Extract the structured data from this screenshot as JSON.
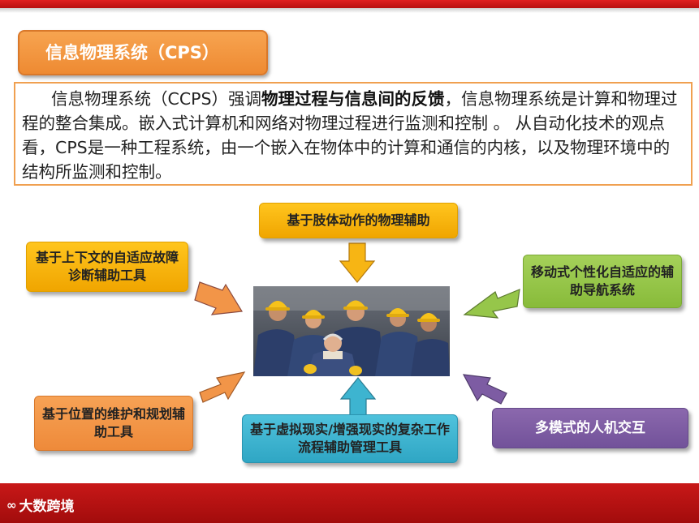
{
  "title": "信息物理系统（CPS）",
  "intro": {
    "part1": "信息物理系统（CCPS）强调",
    "bold": "物理过程与信息间的反馈",
    "part2": "，信息物理系统是计算和物理过程的整合集成。嵌入式计算机和网络对物理过程进行监测和控制 。 从自动化技术的观点看，CPS是一种工程系统，由一个嵌入在物体中的计算和通信的内核，以及物理环境中的结构所监测和控制。"
  },
  "nodes": {
    "top": "基于肢体动作的物理辅助",
    "top_left": "基于上下文的自适应故障诊断辅助工具",
    "top_right": "移动式个性化自适应的辅助导航系统",
    "bottom_left": "基于位置的维护和规划辅助工具",
    "bottom_center": "基于虚拟现实/增强现实的复杂工作流程辅助管理工具",
    "bottom_right": "多模式的人机交互"
  },
  "colors": {
    "top_bar": "#d81a1a",
    "title_fill": "#f29540",
    "intro_border": "#f0a050",
    "yellow": "#f7b514",
    "green": "#96c64a",
    "orange": "#f29548",
    "blue": "#3db4d0",
    "purple": "#7d5ca3"
  },
  "footer": {
    "logo_mark": "∞",
    "logo_text": "大数跨境"
  }
}
